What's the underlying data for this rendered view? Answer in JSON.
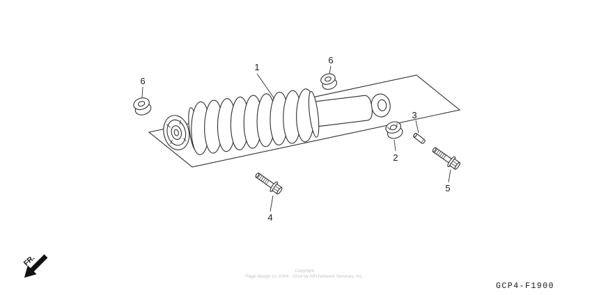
{
  "figure": {
    "callouts": [
      {
        "label": "1"
      },
      {
        "label": "6"
      },
      {
        "label": "6"
      },
      {
        "label": "2"
      },
      {
        "label": "3"
      },
      {
        "label": "4"
      },
      {
        "label": "5"
      }
    ],
    "fr_label": "FR.",
    "part_code": "GCP4-F1900",
    "copyright_line1": "Copyright",
    "copyright_line2": "Page design (c) 2004 - 2014 by ARI Network Services, Inc."
  },
  "colors": {
    "line": "#2d2d2d",
    "background": "#ffffff",
    "label_text": "#1b1b1b",
    "faint_text": "#c4c4c4"
  }
}
